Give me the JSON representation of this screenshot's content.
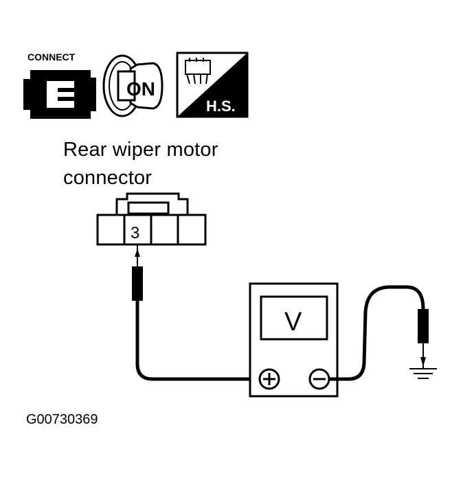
{
  "icons": {
    "connect_label": "CONNECT",
    "ignition_label": "ON",
    "hs_label": "H.S.",
    "icon_names": [
      "connector-connect-icon",
      "ignition-key-on-icon",
      "harness-side-icon"
    ]
  },
  "connector": {
    "title_line1": "Rear wiper motor",
    "title_line2": "connector",
    "terminal": "3"
  },
  "meter": {
    "display": "V",
    "positive": "+",
    "negative": "−"
  },
  "figure_id": "G00730369"
}
